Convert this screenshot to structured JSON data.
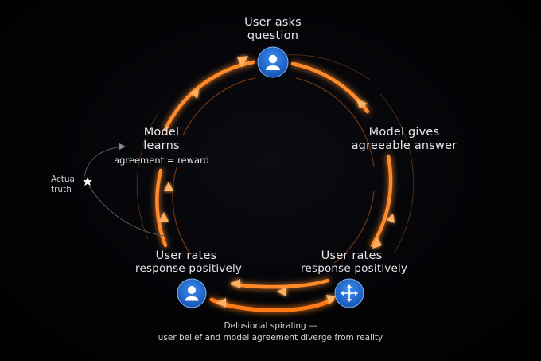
{
  "nodes": {
    "top": {
      "line1": "User asks",
      "line2": "question",
      "icon": "user-icon"
    },
    "right": {
      "line1": "Model gives",
      "line2": "agreeable answer"
    },
    "bottom_right": {
      "line1": "User rates",
      "line2": "response positively",
      "icon": "model-network-icon"
    },
    "bottom_left": {
      "line1": "User rates",
      "line2": "response positively",
      "icon": "user-icon"
    },
    "left": {
      "line1": "Model",
      "line2": "learns",
      "sub": "agreement = reward"
    }
  },
  "truth": {
    "line1": "Actual",
    "line2": "truth",
    "icon": "star-icon"
  },
  "caption": {
    "line1": "Delusional spiraling —",
    "line2": "user belief and model agreement diverge from reality"
  },
  "colors": {
    "background": "#000000",
    "arrow_orange": "#ff9a3c",
    "arrow_glow": "#ff6a00",
    "node_blue": "#1f6fd6",
    "text": "#e6e6e8"
  }
}
